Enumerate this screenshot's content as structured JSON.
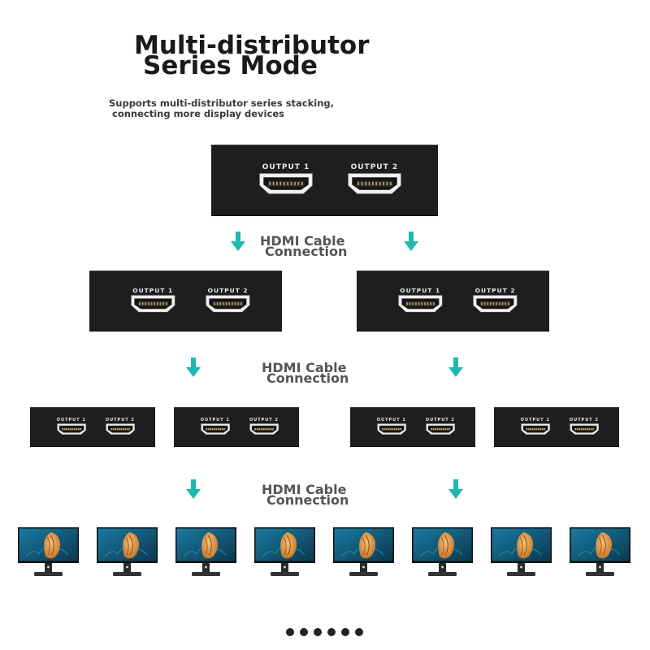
{
  "title": {
    "line1": "Multi-distributor",
    "line2": "Series Mode"
  },
  "subtitle": {
    "line1": "Supports multi-distributor series stacking,",
    "line2": "connecting more display devices"
  },
  "port_labels": {
    "output1": "OUTPUT 1",
    "output2": "OUTPUT 2"
  },
  "connection_label": {
    "line1": "HDMI Cable",
    "line2": "Connection"
  },
  "monitor_count": 8,
  "carousel_dot_count": 6,
  "colors": {
    "arrow": "#1fb8b0",
    "box": "#1e1e1e",
    "port_gold": "#c9a55a",
    "text_dark": "#1a1a1a"
  }
}
